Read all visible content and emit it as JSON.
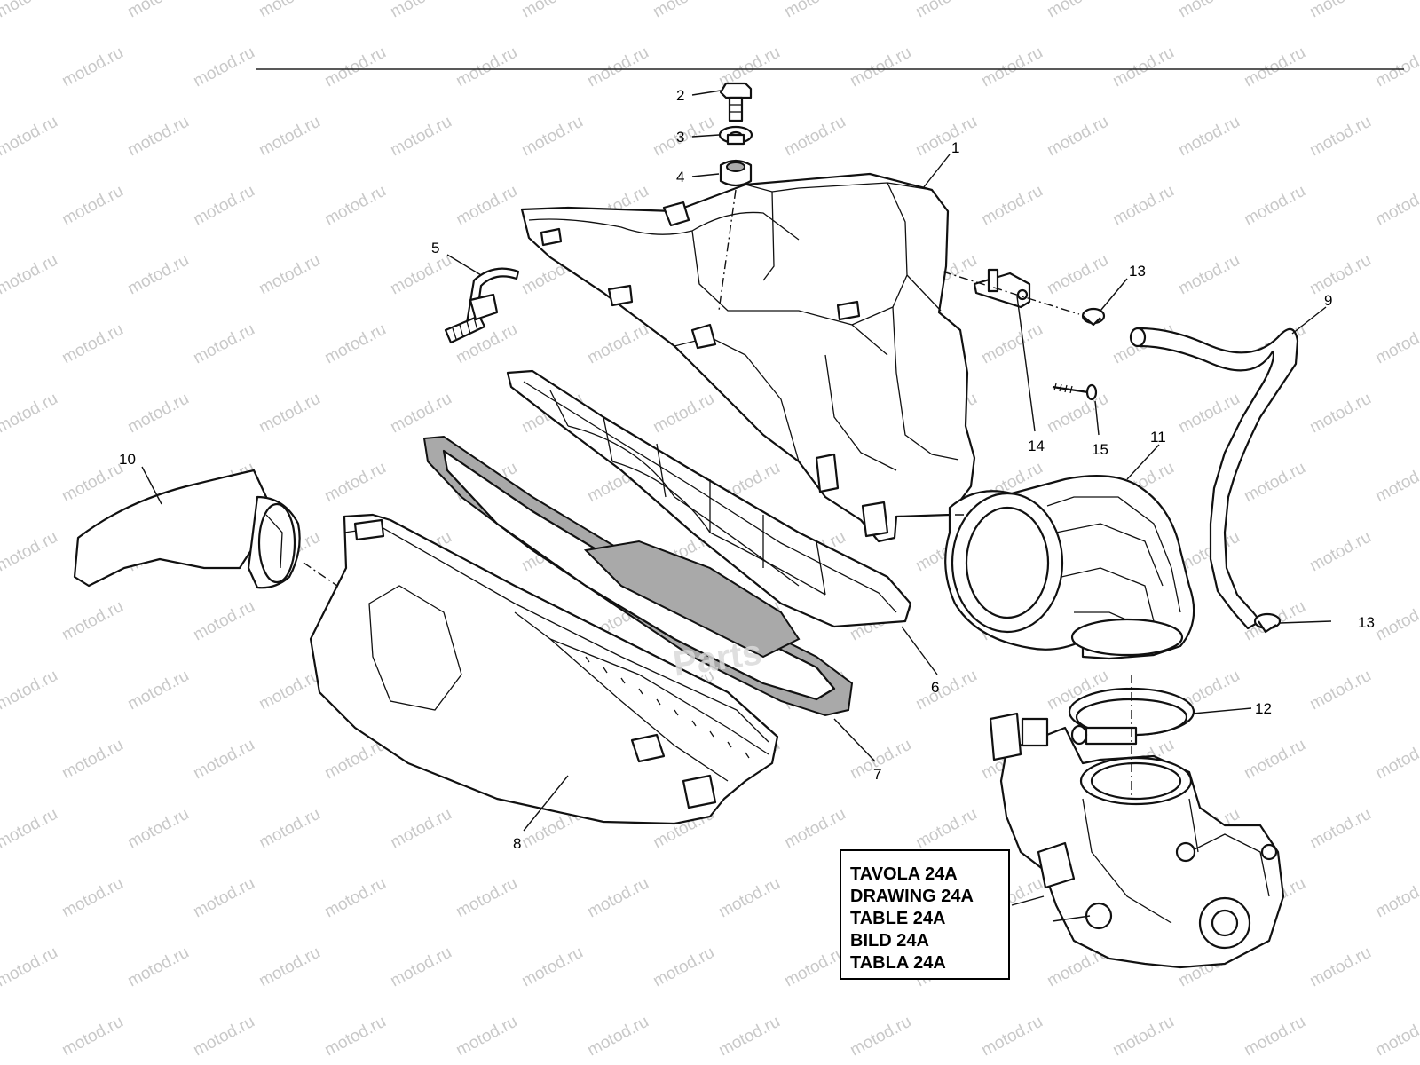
{
  "diagram": {
    "watermark": "motod.ru",
    "logo_watermark": "Parts",
    "callouts": [
      {
        "id": "1",
        "label": "1"
      },
      {
        "id": "2",
        "label": "2"
      },
      {
        "id": "3",
        "label": "3"
      },
      {
        "id": "4",
        "label": "4"
      },
      {
        "id": "5",
        "label": "5"
      },
      {
        "id": "6",
        "label": "6"
      },
      {
        "id": "7",
        "label": "7"
      },
      {
        "id": "8",
        "label": "8"
      },
      {
        "id": "9",
        "label": "9"
      },
      {
        "id": "10",
        "label": "10"
      },
      {
        "id": "11",
        "label": "11"
      },
      {
        "id": "12",
        "label": "12"
      },
      {
        "id": "13a",
        "label": "13"
      },
      {
        "id": "13b",
        "label": "13"
      },
      {
        "id": "14",
        "label": "14"
      },
      {
        "id": "15",
        "label": "15"
      }
    ],
    "reference_box": {
      "lines": [
        "TAVOLA 24A",
        "DRAWING 24A",
        "TABLE 24A",
        "BILD 24A",
        "TABLA 24A"
      ]
    }
  }
}
